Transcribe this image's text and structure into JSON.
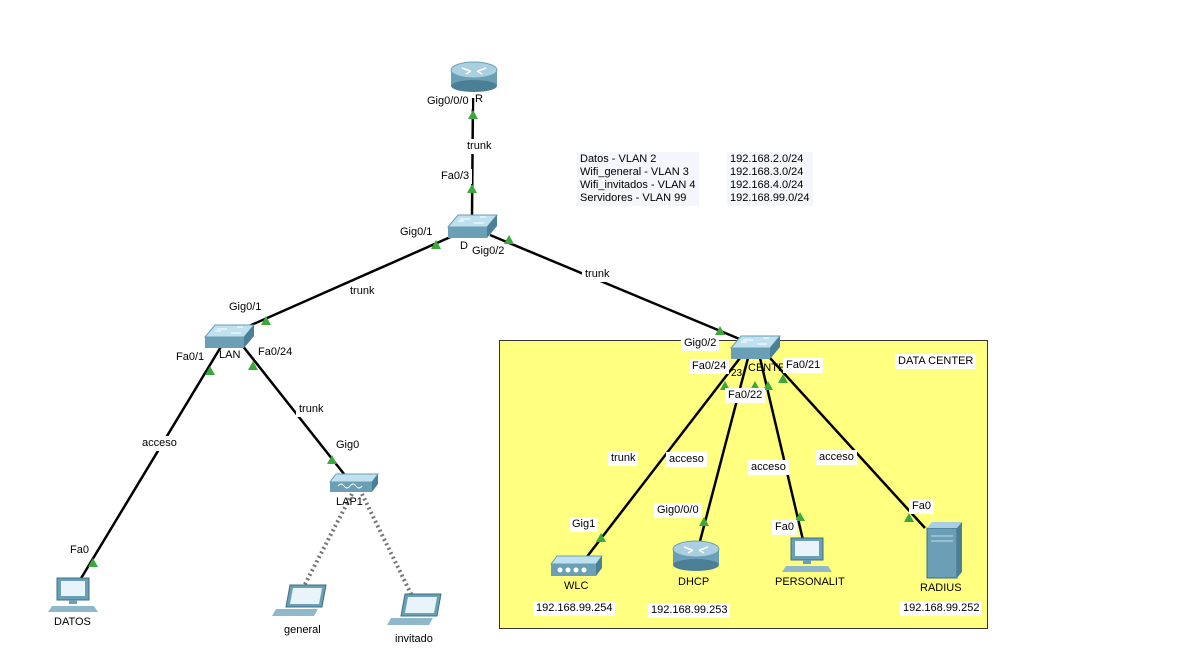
{
  "vlan_note": {
    "names": [
      "Datos - VLAN 2",
      "Wifi_general - VLAN 3",
      "Wifi_invitados - VLAN 4",
      "Servidores - VLAN 99"
    ],
    "networks": [
      "192.168.2.0/24",
      "192.168.3.0/24",
      "192.168.4.0/24",
      "192.168.99.0/24"
    ]
  },
  "zone": {
    "label": "DATA CENTER",
    "color": "#ffff80"
  },
  "devices": {
    "router": "R",
    "core_switch": "D",
    "lan_switch": "LAN",
    "dc_switch": "CENTE",
    "dc_switch_num": "23",
    "lap": "LAP1",
    "datos": "DATOS",
    "general": "general",
    "invitado": "invitado",
    "wlc": "WLC",
    "dhcp": "DHCP",
    "personalit": "PERSONALIT",
    "radius": "RADIUS"
  },
  "ports": {
    "r_gig000": "Gig0/0/0",
    "d_fa03": "Fa0/3",
    "d_gig01": "Gig0/1",
    "d_gig02": "Gig0/2",
    "lan_gig01": "Gig0/1",
    "lan_fa01": "Fa0/1",
    "lan_fa024": "Fa0/24",
    "lap_gig0": "Gig0",
    "datos_fa0": "Fa0",
    "dc_gig02": "Gig0/2",
    "dc_fa024": "Fa0/24",
    "dc_fa022": "Fa0/22",
    "dc_fa021": "Fa0/21",
    "wlc_gig1": "Gig1",
    "dhcp_gig000": "Gig0/0/0",
    "pers_fa0": "Fa0",
    "radius_fa0": "Fa0"
  },
  "links": {
    "r_d": "trunk",
    "d_lan": "trunk",
    "d_dc": "trunk",
    "lan_datos": "acceso",
    "lan_lap": "trunk",
    "dc_wlc": "trunk",
    "dc_dhcp": "acceso",
    "dc_pers": "acceso",
    "dc_radius": "acceso"
  },
  "ips": {
    "wlc": "192.168.99.254",
    "dhcp": "192.168.99.253",
    "radius": "192.168.99.252"
  },
  "colors": {
    "link": "#000000",
    "port_up": "#3aa83a",
    "device": "#6a9fb5",
    "wireless": "#777777"
  }
}
